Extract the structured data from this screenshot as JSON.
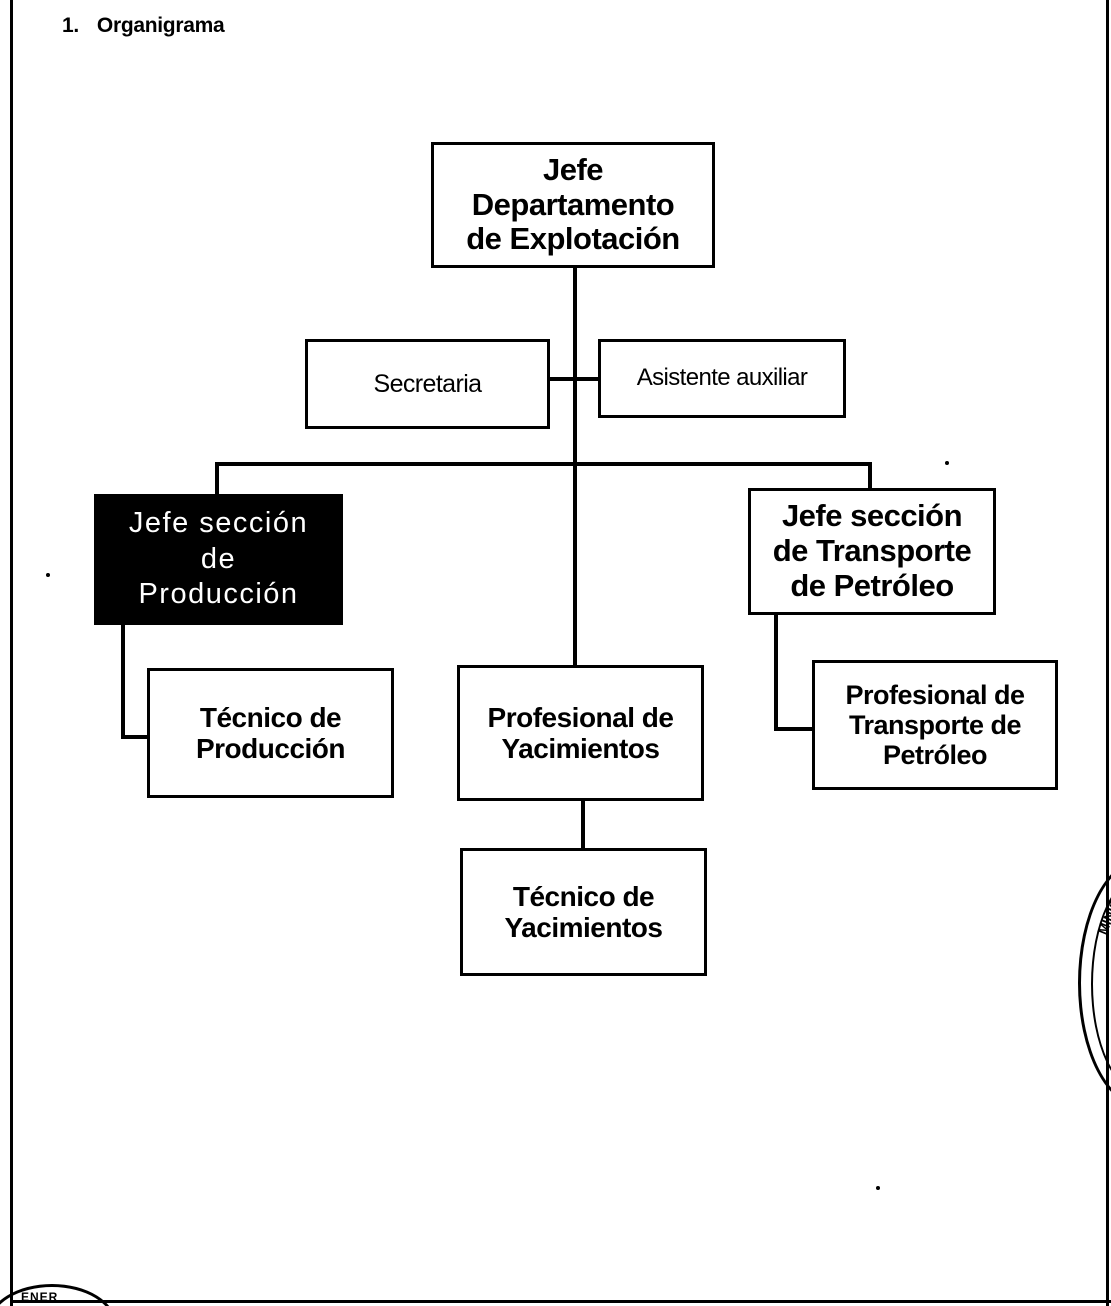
{
  "heading": {
    "number": "1.",
    "title": "Organigrama"
  },
  "org_chart": {
    "head": "Jefe\nDepartamento\nde Explotación",
    "staff_left": "Secretaria",
    "staff_right": "Asistente auxiliar",
    "section_production": "Jefe sección\nde\nProducción",
    "section_transport": "Jefe sección\nde Transporte\nde Petróleo",
    "technician_production": "Técnico de\nProducción",
    "professional_reservoirs": "Profesional de\nYacimientos",
    "professional_transport": "Profesional de\nTransporte de\nPetróleo",
    "technician_reservoirs": "Técnico de\nYacimientos"
  },
  "stamps": {
    "right_seal_text": "MINISTER",
    "bottom_seal_text": "ENER"
  }
}
